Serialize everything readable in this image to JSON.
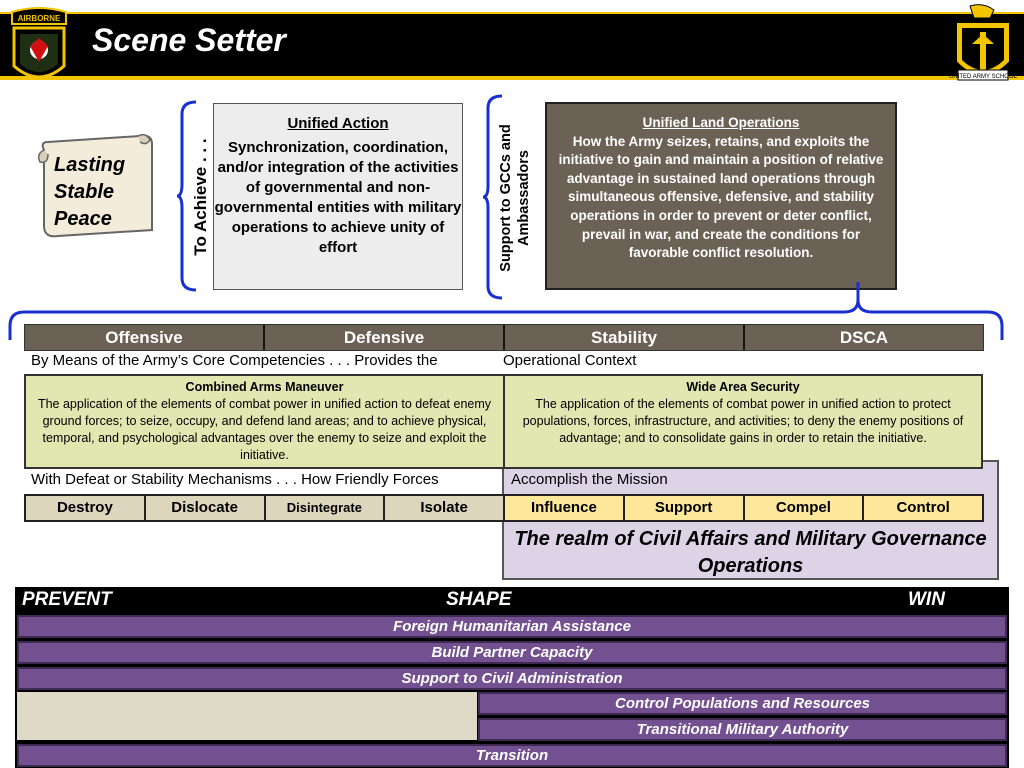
{
  "header": {
    "title": "Scene Setter",
    "left_logo_text": "AIRBORNE",
    "right_logo_text": "UNITED ARMY SCHOOL"
  },
  "scroll": {
    "lines": [
      "Lasting",
      "Stable",
      "Peace"
    ]
  },
  "to_achieve": "To Achieve . . .",
  "unified_action": {
    "heading": "Unified Action",
    "body": "Synchronization, coordination, and/or integration of the activities of governmental and non-governmental entities with military operations to achieve unity of effort"
  },
  "support_text": "Support to GCCs and Ambassadors",
  "unified_land_ops": {
    "heading": "Unified Land Operations",
    "body": "How the Army seizes, retains, and exploits the initiative to gain and maintain a position of relative advantage in sustained land operations through simultaneous offensive, defensive, and stability operations in order to prevent or deter conflict, prevail in war, and create the conditions for favorable conflict resolution."
  },
  "functions": [
    "Offensive",
    "Defensive",
    "Stability",
    "DSCA"
  ],
  "core_comp_line": {
    "left": "By Means of the Army’s Core Competencies . . . Provides the",
    "right": "Operational Context"
  },
  "cam": {
    "heading": "Combined Arms Maneuver",
    "body": "The application of the elements of combat power in unified action to defeat enemy ground forces; to seize, occupy, and defend land areas; and to achieve physical, temporal, and psychological advantages over the enemy to seize and exploit the initiative."
  },
  "was": {
    "heading": "Wide Area Security",
    "body": "The application of the elements of combat power in unified action to protect populations, forces, infrastructure, and activities; to deny the enemy positions of advantage; and to consolidate gains in order to retain the initiative."
  },
  "mech_line": {
    "left": "With Defeat or Stability Mechanisms . . .  How Friendly Forces",
    "right": "Accomplish the Mission"
  },
  "mechanisms": [
    "Destroy",
    "Dislocate",
    "Disintegrate",
    "Isolate",
    "Influence",
    "Support",
    "Compel",
    "Control"
  ],
  "realm": "The realm of Civil Affairs and Military Governance Operations",
  "spectrum": {
    "prevent": "PREVENT",
    "shape": "SHAPE",
    "win": "WIN"
  },
  "bars": [
    "Foreign Humanitarian Assistance",
    "Build Partner Capacity",
    "Support to Civil Administration",
    "Control Populations and Resources",
    "Transitional Military Authority",
    "Transition"
  ],
  "colors": {
    "brown": "#6b6155",
    "tan": "#e2e7b1",
    "purple": "#73508f",
    "lavender": "#ddd3e7",
    "gold": "#f2c500",
    "brace_blue": "#1a2fd0"
  }
}
